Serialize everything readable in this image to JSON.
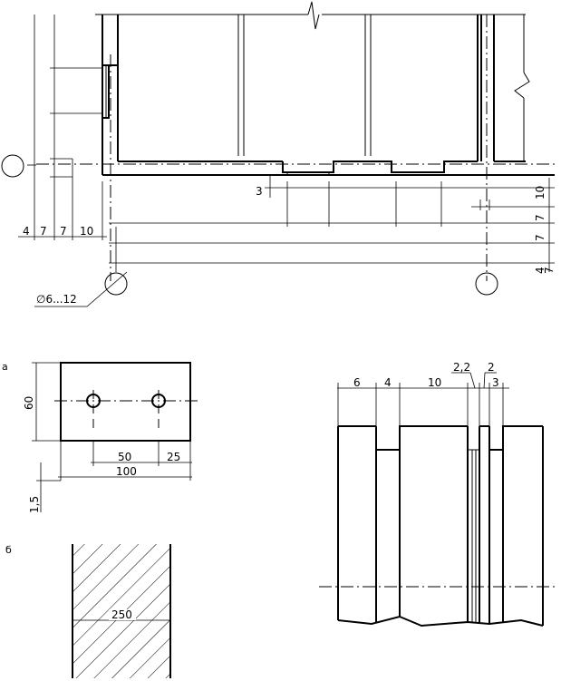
{
  "plan": {
    "dims_left": [
      "4",
      "7",
      "7",
      "10"
    ],
    "dim_step": "3",
    "dims_right": [
      "10",
      "7",
      "7",
      "4",
      "7"
    ],
    "diameter_label": "∅6...12"
  },
  "detail_a": {
    "label": "а",
    "height": "60",
    "offset": "1,5",
    "spacing": "50",
    "edge": "25",
    "width": "100"
  },
  "detail_b": {
    "label": "б",
    "width": "250"
  },
  "section": {
    "dims": [
      "6",
      "4",
      "10",
      "2,2",
      "2",
      "3"
    ]
  }
}
